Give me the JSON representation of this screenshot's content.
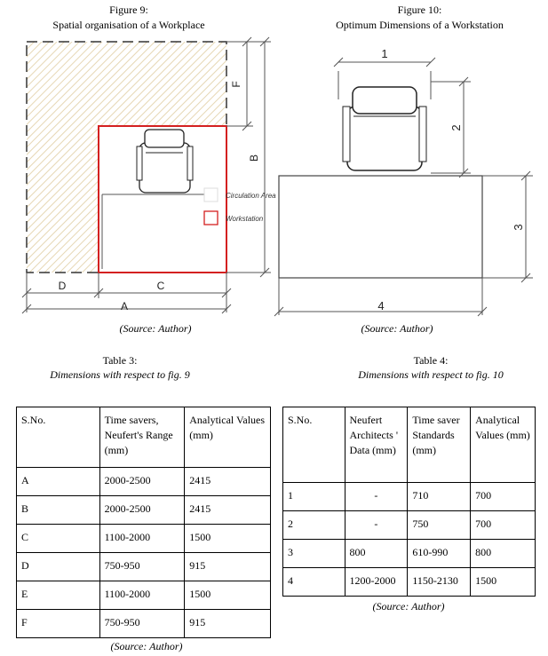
{
  "fig9": {
    "label": "Figure 9:",
    "title": "Spatial organisation of a Workplace",
    "legend": {
      "circulation": "Circulation Area",
      "workstation": "Workstation"
    },
    "dims": {
      "A": "A",
      "B": "B",
      "C": "C",
      "D": "D",
      "F": "F"
    },
    "source": "(Source: Author)"
  },
  "fig10": {
    "label": "Figure 10:",
    "title": "Optimum Dimensions of a Workstation",
    "dims": {
      "d1": "1",
      "d2": "2",
      "d3": "3",
      "d4": "4"
    },
    "source": "(Source: Author)"
  },
  "table3": {
    "label": "Table 3:",
    "caption": "Dimensions with respect to fig. 9",
    "headers": [
      "S.No.",
      "Time savers, Neufert's Range (mm)",
      "Analytical Values (mm)"
    ],
    "rows": [
      [
        "A",
        "2000-2500",
        "2415"
      ],
      [
        "B",
        "2000-2500",
        "2415"
      ],
      [
        "C",
        "1100-2000",
        "1500"
      ],
      [
        "D",
        "750-950",
        "915"
      ],
      [
        "E",
        "1100-2000",
        "1500"
      ],
      [
        "F",
        "750-950",
        "915"
      ]
    ],
    "source": "(Source: Author)"
  },
  "table4": {
    "label": "Table 4:",
    "caption": "Dimensions with respect to fig. 10",
    "headers": [
      "S.No.",
      "Neufert Architects ' Data (mm)",
      "Time saver Standards (mm)",
      "Analytical Values (mm)"
    ],
    "rows": [
      [
        "1",
        "-",
        "710",
        "700"
      ],
      [
        "2",
        "-",
        "750",
        "700"
      ],
      [
        "3",
        "800",
        "610-990",
        "800"
      ],
      [
        "4",
        "1200-2000",
        "1150-2130",
        "1500"
      ]
    ],
    "source": "(Source: Author)"
  },
  "colors": {
    "workstation": "#d42020",
    "hatch": "#e6d7b4"
  }
}
